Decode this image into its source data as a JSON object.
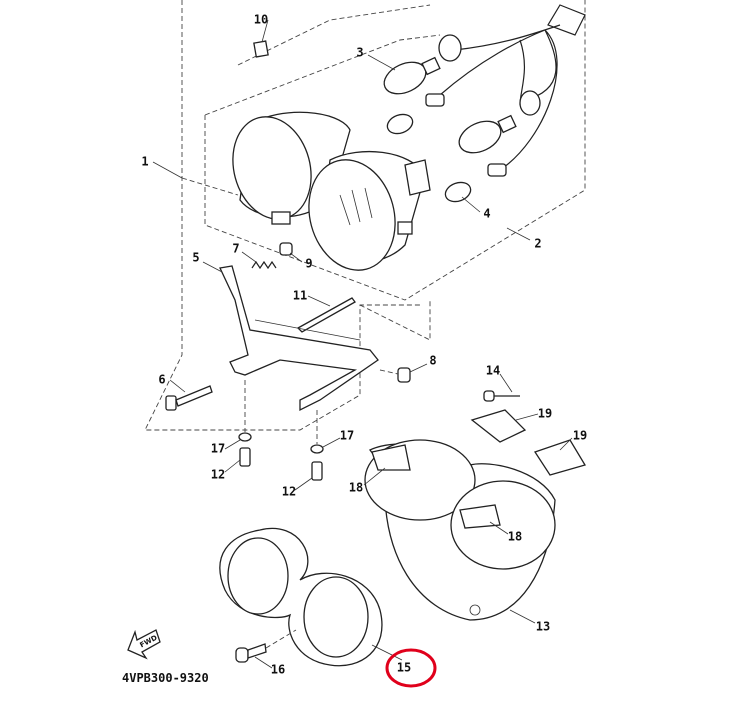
{
  "diagram": {
    "part_code": "4VPB300-9320",
    "fwd_label": "FWD",
    "highlight_color": "#e0001b",
    "highlighted_part": "15",
    "callouts": {
      "c1": "1",
      "c2": "2",
      "c3": "3",
      "c4": "4",
      "c5": "5",
      "c6": "6",
      "c7": "7",
      "c8": "8",
      "c9": "9",
      "c10": "10",
      "c11": "11",
      "c12a": "12",
      "c12b": "12",
      "c13": "13",
      "c14": "14",
      "c15": "15",
      "c16": "16",
      "c17a": "17",
      "c17b": "17",
      "c18a": "18",
      "c18b": "18",
      "c19a": "19",
      "c19b": "19"
    }
  }
}
